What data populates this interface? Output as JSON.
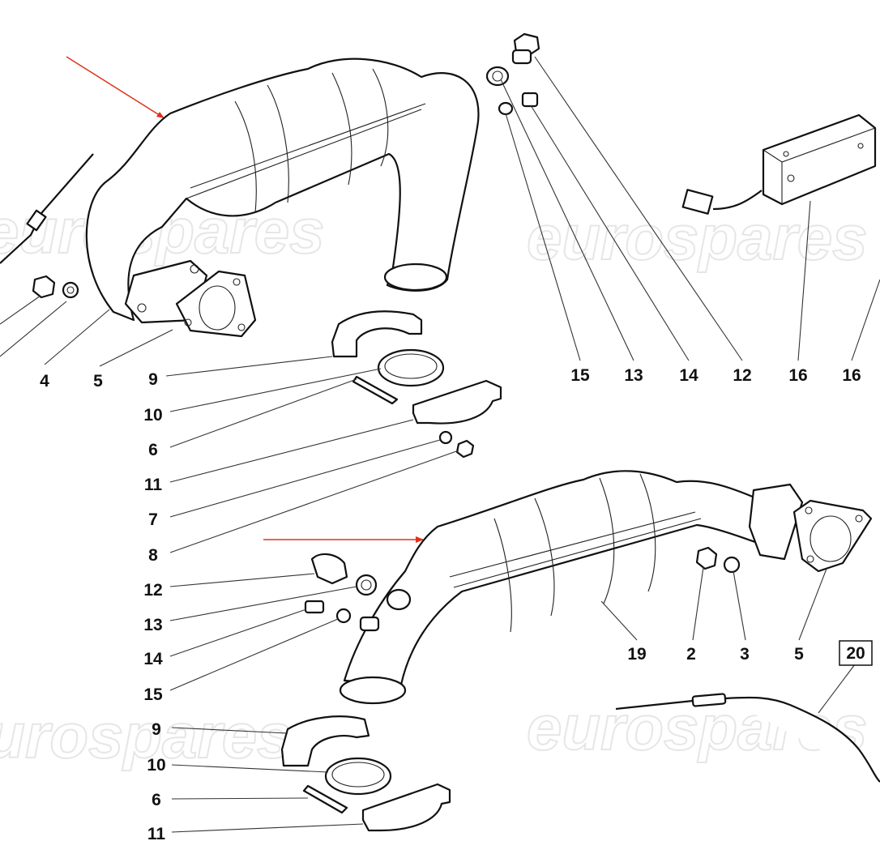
{
  "watermark": "eurospares",
  "accent_arrow_color": "#e0301e",
  "labels": {
    "top_left": [
      "4",
      "5",
      "9",
      "10",
      "6",
      "11",
      "7",
      "8",
      "12",
      "13",
      "14",
      "15",
      "9",
      "10",
      "6",
      "11"
    ],
    "top_right": [
      "15",
      "13",
      "14",
      "12",
      "16",
      "16"
    ],
    "bottom_right": [
      "19",
      "2",
      "3",
      "5"
    ],
    "boxed": "20"
  }
}
